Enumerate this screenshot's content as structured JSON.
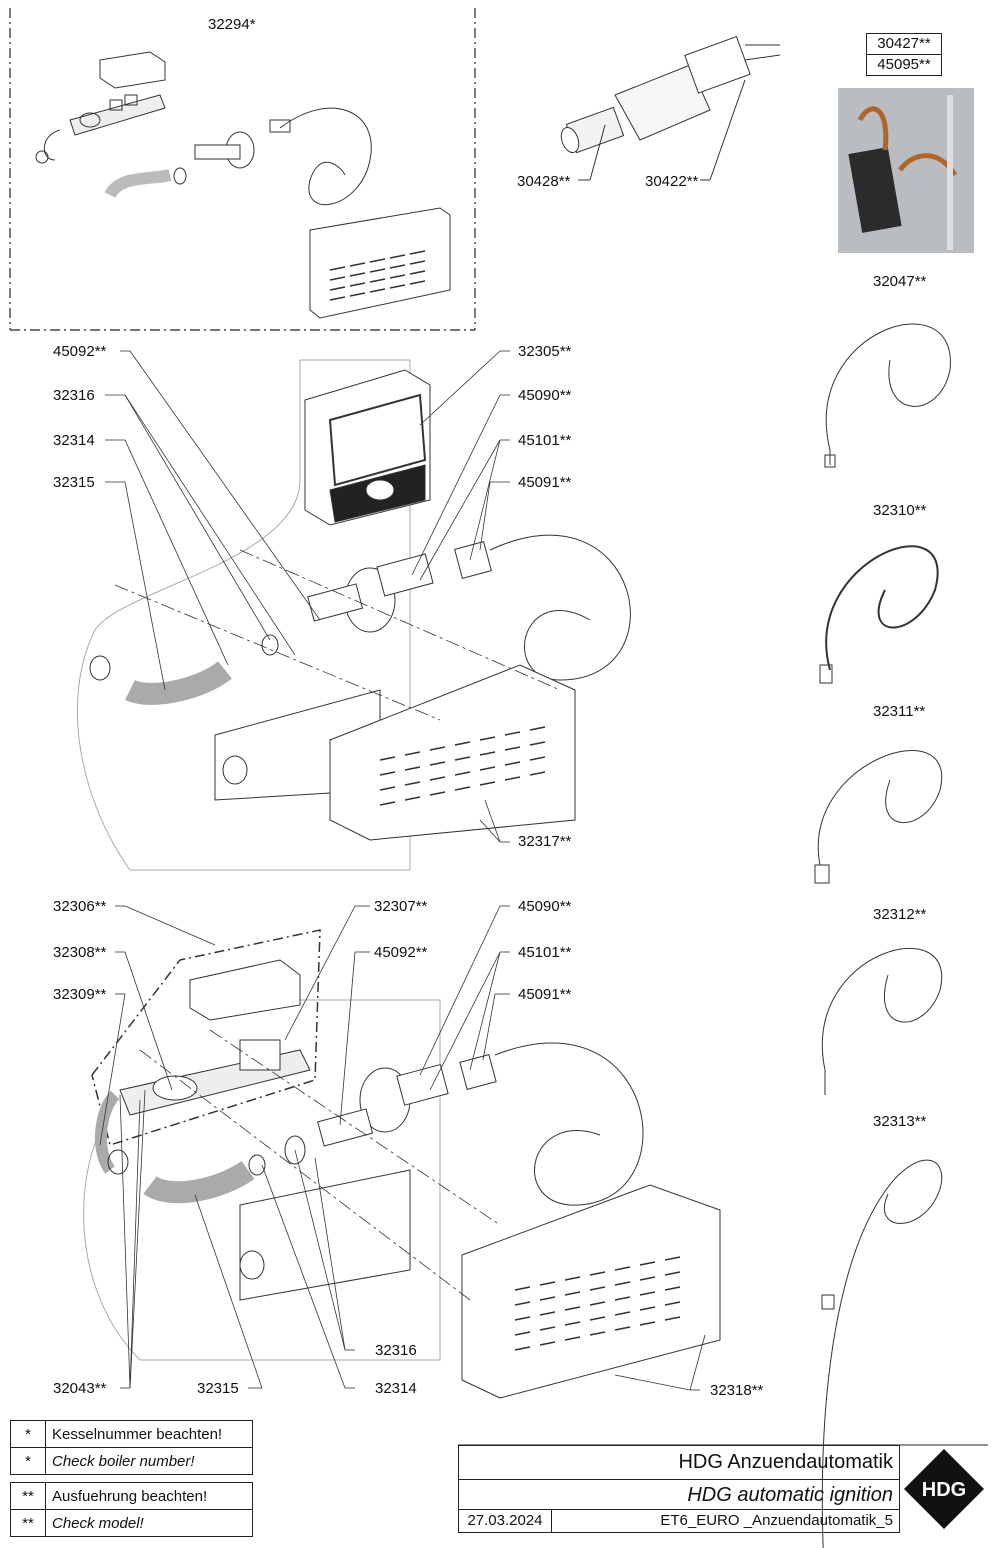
{
  "top_section": {
    "kit_label": "32294*",
    "side_labels": [
      "30428**",
      "30422**"
    ],
    "part_box": [
      "30427**",
      "45095**"
    ]
  },
  "cables": [
    {
      "label": "32047**"
    },
    {
      "label": "32310**"
    },
    {
      "label": "32311**"
    },
    {
      "label": "32312**"
    },
    {
      "label": "32313**"
    }
  ],
  "middle_section": {
    "left_labels": [
      "45092**",
      "32316",
      "32314",
      "32315"
    ],
    "right_labels": [
      "32305**",
      "45090**",
      "45101**",
      "45091**"
    ],
    "cover_label": "32317**"
  },
  "bottom_section": {
    "left_labels": [
      "32306**",
      "32308**",
      "32309**"
    ],
    "center_labels": [
      "32307**",
      "45092**"
    ],
    "right_labels": [
      "45090**",
      "45101**",
      "45091**"
    ],
    "lower_labels": [
      "32043**",
      "32315",
      "32316",
      "32314",
      "32318**"
    ]
  },
  "legend": [
    {
      "symbol": "*",
      "text": "Kesselnummer beachten!",
      "italic": false
    },
    {
      "symbol": "*",
      "text": "Check boiler number!",
      "italic": true
    },
    {
      "symbol": "**",
      "text": "Ausfuehrung beachten!",
      "italic": false
    },
    {
      "symbol": "**",
      "text": "Check model!",
      "italic": true
    }
  ],
  "title_block": {
    "title_de": "HDG Anzuendautomatik",
    "title_en": "HDG automatic ignition",
    "date": "27.03.2024",
    "drawing_id": "ET6_EURO _Anzuendautomatik_5",
    "logo_text": "HDG"
  }
}
